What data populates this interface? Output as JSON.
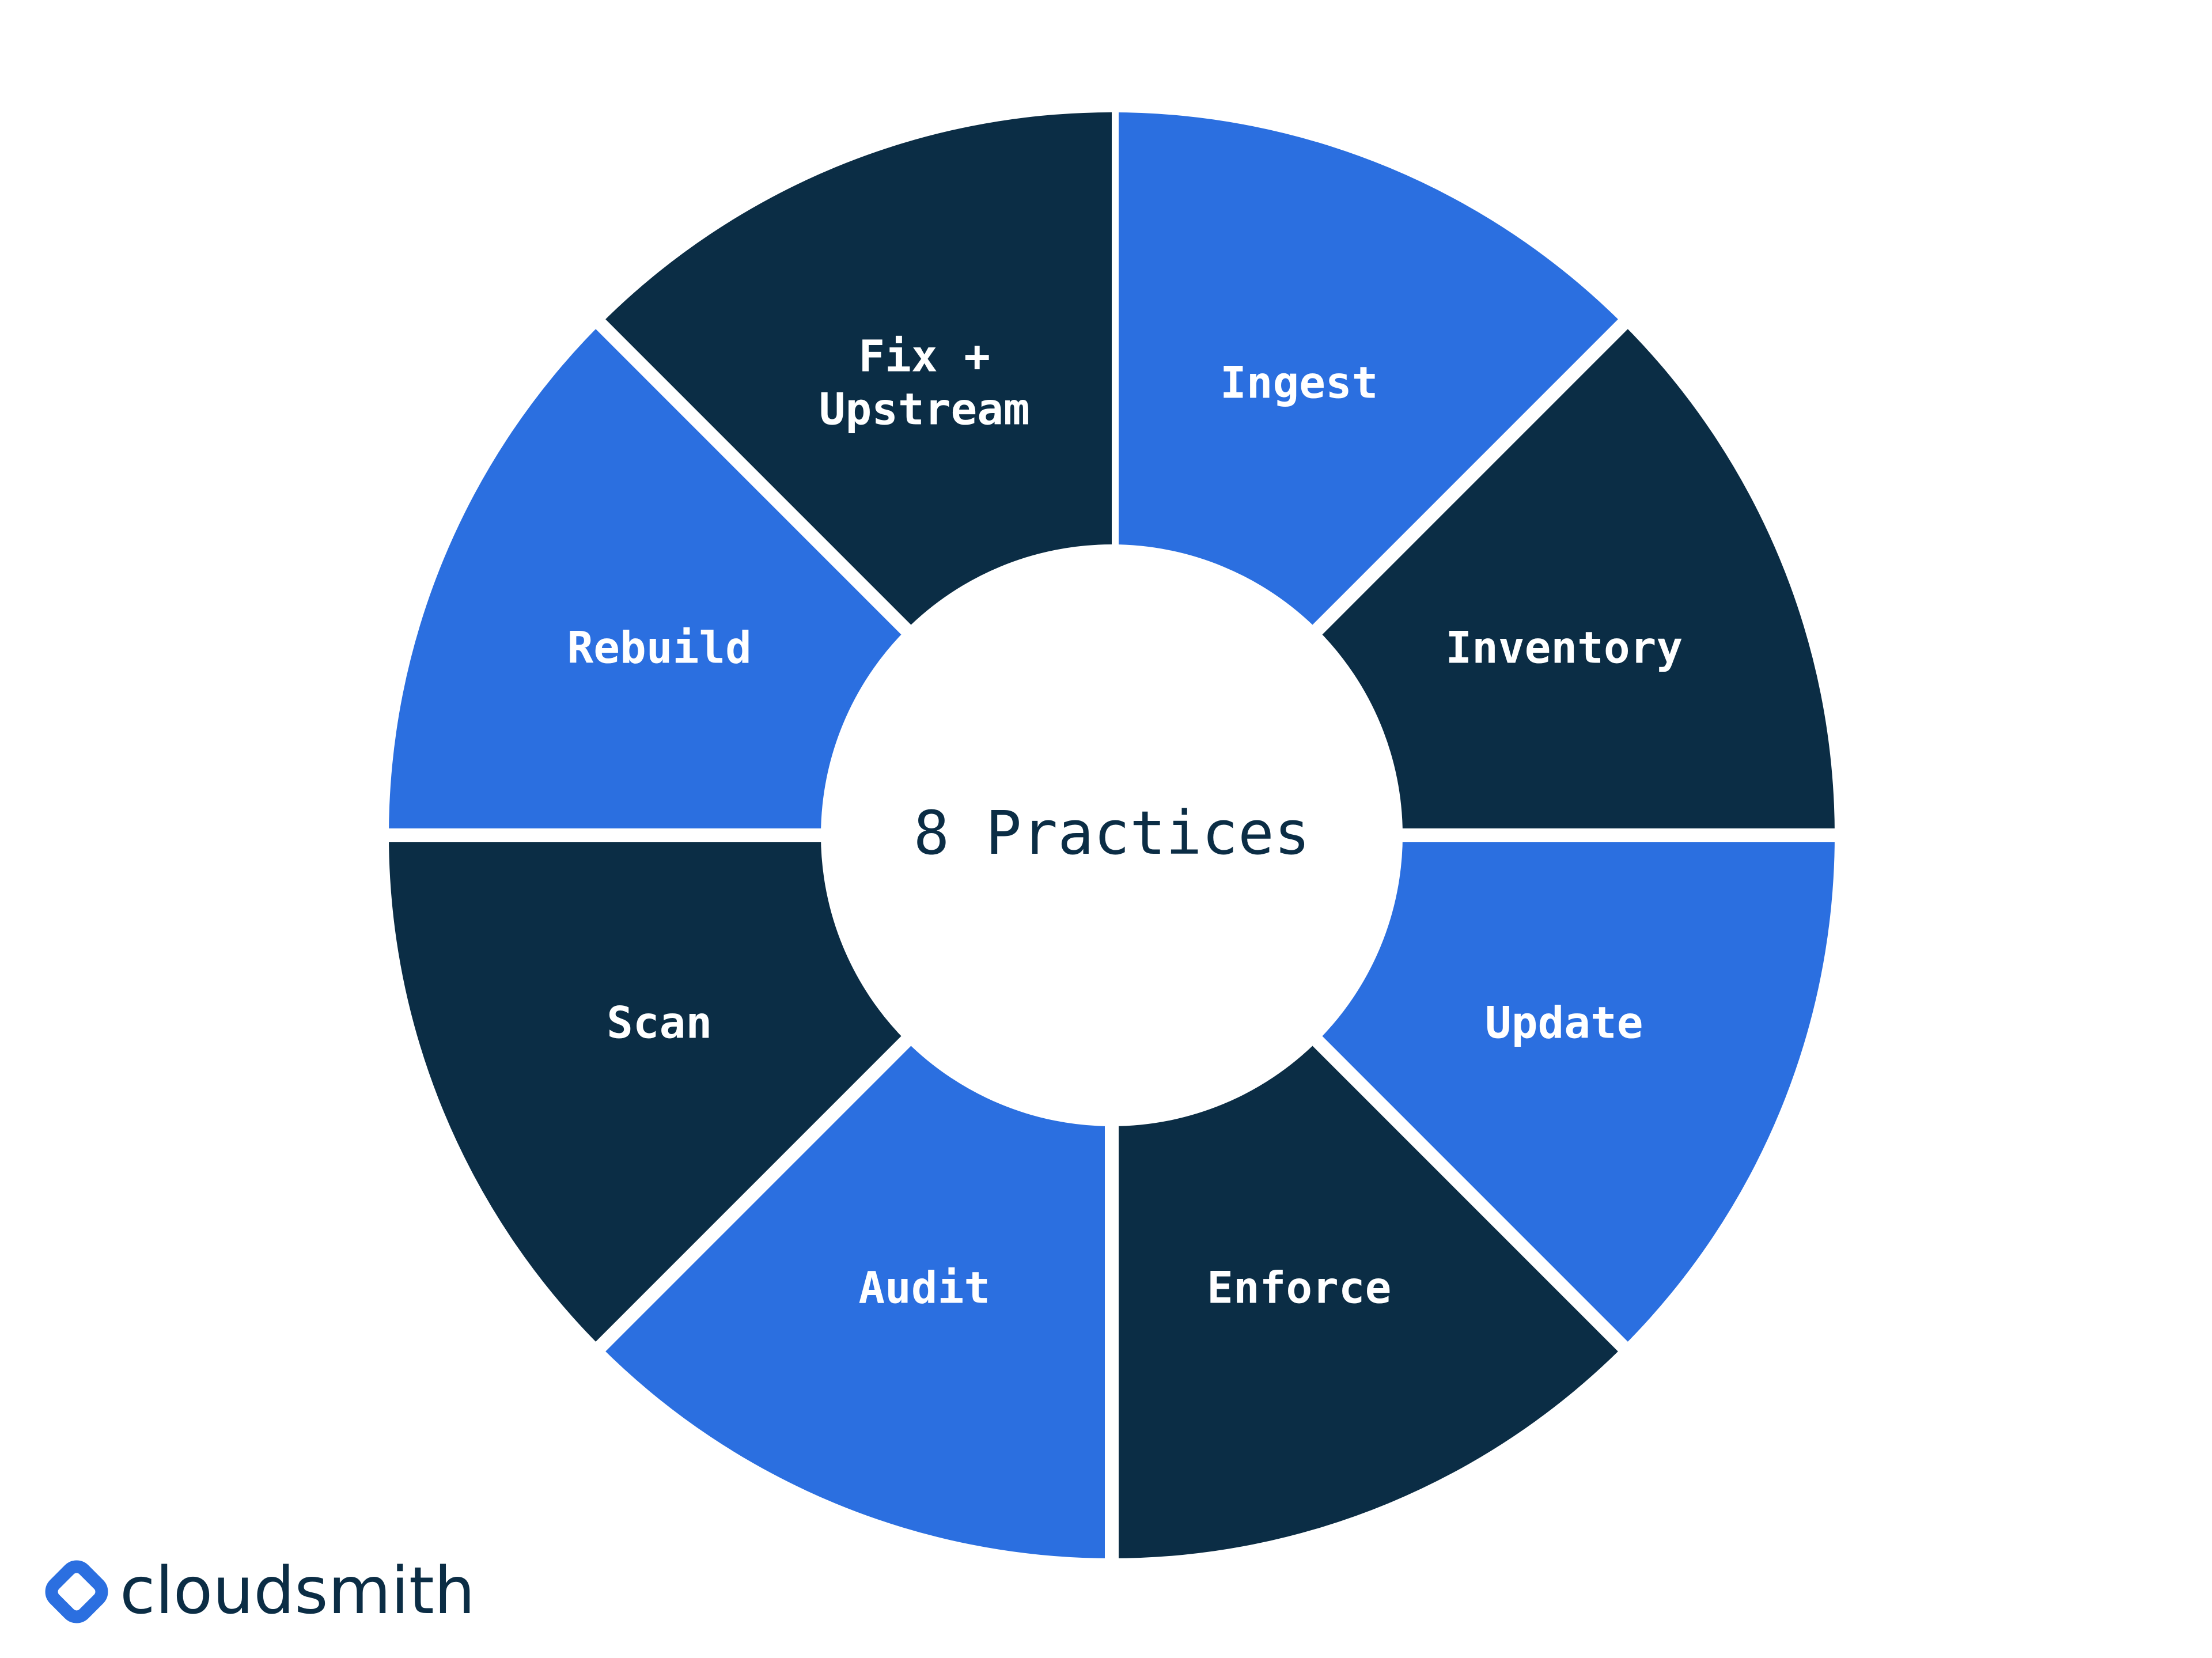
{
  "title": "8 Practices",
  "colors": {
    "dark": "#0b2d45",
    "blue": "#2b6fe0",
    "background": "#ffffff"
  },
  "segments": [
    {
      "id": "ingest",
      "label_lines": [
        "Ingest"
      ],
      "color": "blue"
    },
    {
      "id": "inventory",
      "label_lines": [
        "Inventory"
      ],
      "color": "dark"
    },
    {
      "id": "update",
      "label_lines": [
        "Update"
      ],
      "color": "blue"
    },
    {
      "id": "enforce",
      "label_lines": [
        "Enforce"
      ],
      "color": "dark"
    },
    {
      "id": "audit",
      "label_lines": [
        "Audit"
      ],
      "color": "blue"
    },
    {
      "id": "scan",
      "label_lines": [
        "Scan"
      ],
      "color": "dark"
    },
    {
      "id": "rebuild",
      "label_lines": [
        "Rebuild"
      ],
      "color": "blue"
    },
    {
      "id": "fix-upstream",
      "label_lines": [
        "Fix +",
        "Upstream"
      ],
      "color": "dark"
    }
  ],
  "brand": {
    "name": "cloudsmith",
    "logo_icon": "cloudsmith-diamond-logo-icon"
  }
}
